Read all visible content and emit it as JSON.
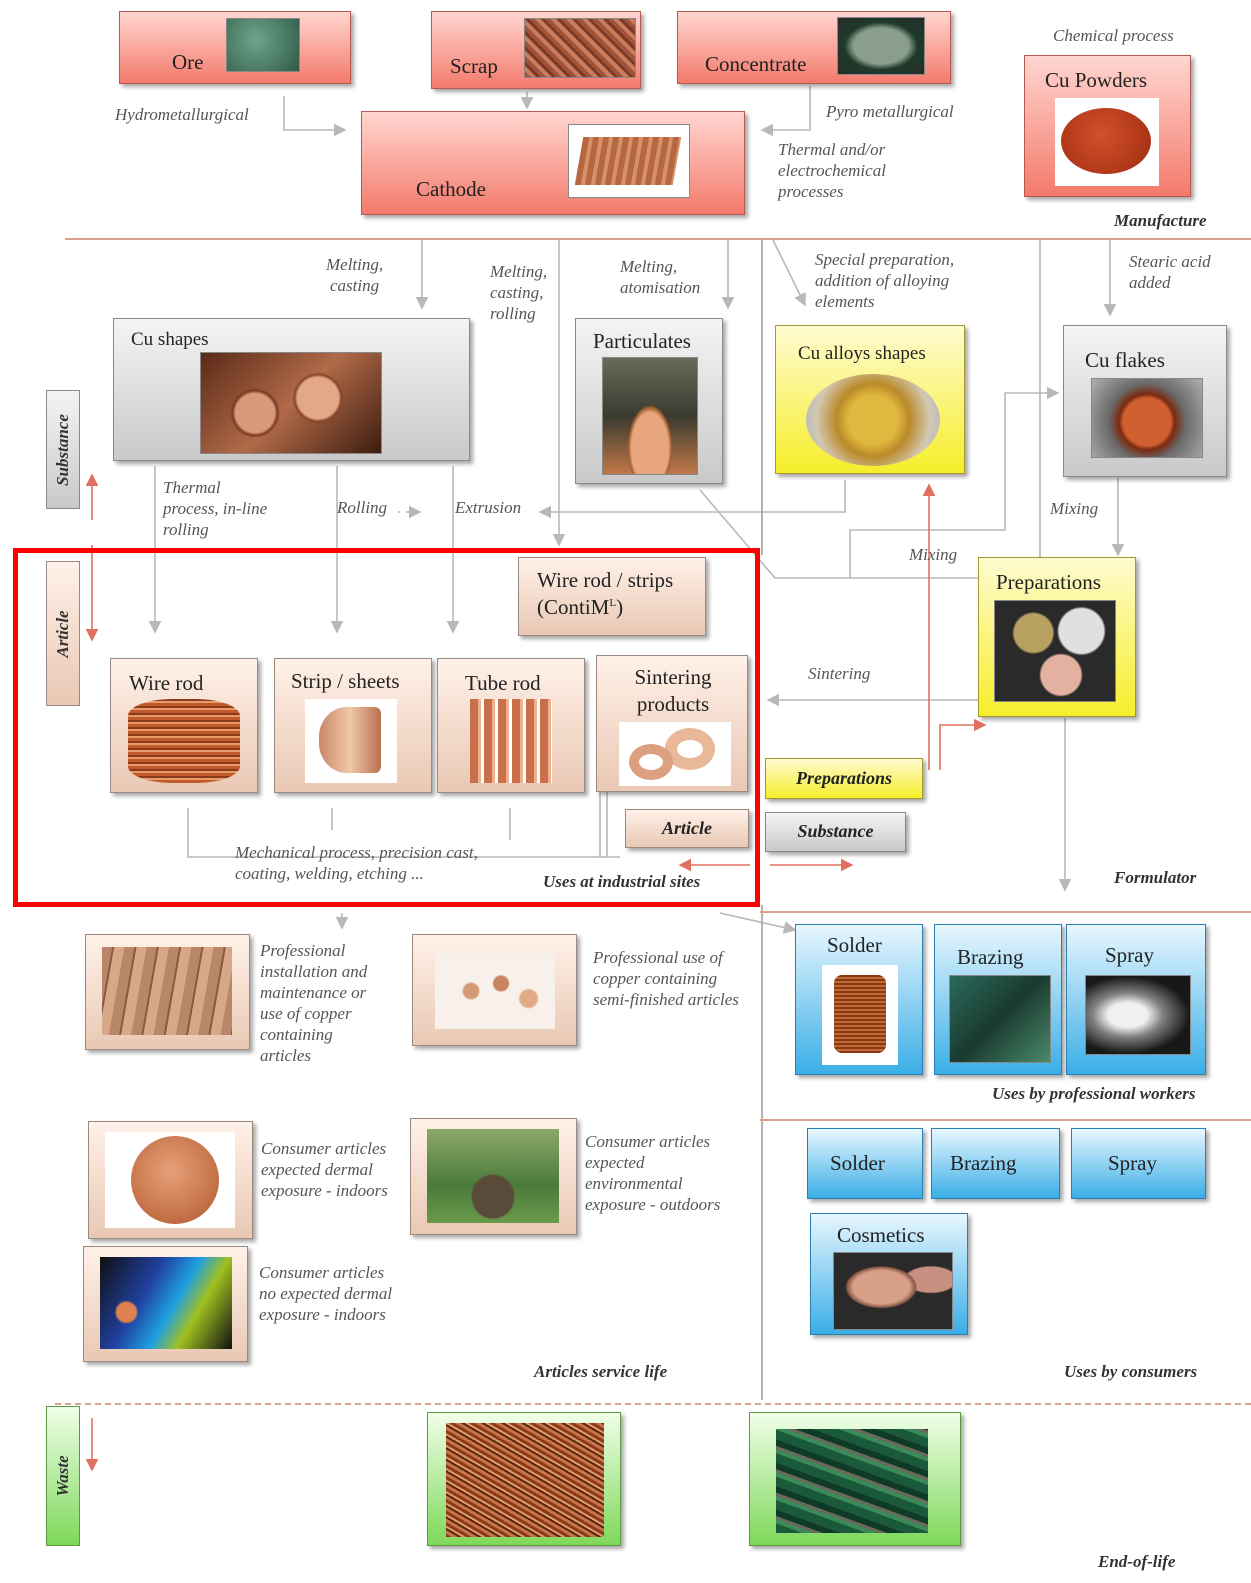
{
  "manufacture": {
    "ore": "Ore",
    "scrap": "Scrap",
    "concentrate": "Concentrate",
    "cathode": "Cathode",
    "cu_powders": "Cu Powders",
    "chemical_process": "Chemical process",
    "hydrometallurgical": "Hydrometallurgical",
    "pyro_metallurgical": "Pyro metallurgical",
    "thermal_process": "Thermal and/or\nelectrochemical\nprocesses",
    "section": "Manufacture"
  },
  "substance": {
    "melting_casting": "Melting,\ncasting",
    "melting_casting_rolling": "Melting,\ncasting,\nrolling",
    "melting_atomisation": "Melting,\natomisation",
    "special_preparation": "Special preparation,\naddition of alloying\nelements",
    "stearic_acid": "Stearic acid\nadded",
    "cu_shapes": "Cu shapes",
    "particulates": "Particulates",
    "cu_alloys_shapes": "Cu alloys shapes",
    "cu_flakes": "Cu flakes",
    "thermal_inline": "Thermal\nprocess, in-line\nrolling",
    "rolling": "Rolling",
    "extrusion": "Extrusion",
    "mixing1": "Mixing",
    "mixing2": "Mixing",
    "tab_substance": "Substance",
    "tab_article": "Article"
  },
  "industrial": {
    "wire_rod_strips": "Wire rod / strips",
    "contim": "(ContiM",
    "contim_sup": "L",
    "contim_end": ")",
    "wire_rod": "Wire rod",
    "strip_sheets": "Strip / sheets",
    "tube_rod": "Tube rod",
    "sintering_products": "Sintering\nproducts",
    "mechanical": "Mechanical process, precision cast,\ncoating, welding, etching ...",
    "uses_industrial": "Uses at industrial sites",
    "article_tag": "Article",
    "substance_tag": "Substance",
    "preparations_tag": "Preparations",
    "sintering": "Sintering",
    "preparations": "Preparations",
    "formulator": "Formulator"
  },
  "professional": {
    "text1": "Professional\ninstallation and\nmaintenance or\nuse of copper\ncontaining\narticles",
    "text2": "Professional use of\ncopper containing\nsemi-finished articles",
    "solder": "Solder",
    "brazing": "Brazing",
    "spray": "Spray",
    "section": "Uses by professional workers"
  },
  "consumer": {
    "text1": "Consumer articles\nexpected dermal\nexposure - indoors",
    "text2": "Consumer articles\nexpected\nenvironmental\nexposure - outdoors",
    "text3": "Consumer articles\nno expected dermal\nexposure - indoors",
    "section_articles": "Articles service life",
    "solder": "Solder",
    "brazing": "Brazing",
    "spray": "Spray",
    "cosmetics": "Cosmetics",
    "section_consumers": "Uses by consumers"
  },
  "waste": {
    "tab": "Waste",
    "section": "End-of-life"
  },
  "colors": {
    "manufacture_red": "#f47a6c",
    "highlight_red": "#ff0000",
    "divider": "#d9a08a",
    "substance_yellow": "#f6ee2a",
    "uses_blue": "#3aaee6",
    "waste_green": "#7ed85a"
  }
}
